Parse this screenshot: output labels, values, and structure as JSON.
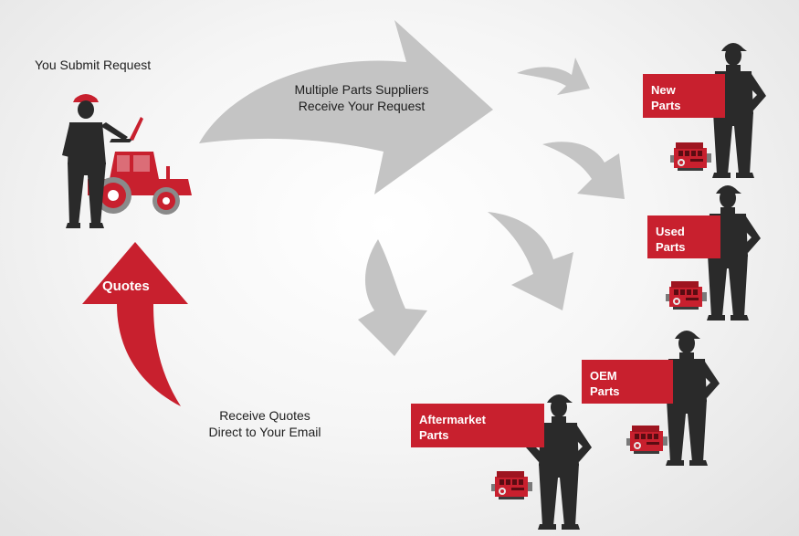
{
  "texts": {
    "you_submit": "You Submit Request",
    "suppliers_line1": "Multiple Parts Suppliers",
    "suppliers_line2": "Receive Your Request",
    "quotes": "Quotes",
    "receive_line1": "Receive Quotes",
    "receive_line2": "Direct to Your Email"
  },
  "suppliers": [
    {
      "line1": "New",
      "line2": "Parts"
    },
    {
      "line1": "Used",
      "line2": "Parts"
    },
    {
      "line1": "OEM",
      "line2": "Parts"
    },
    {
      "line1": "Aftermarket",
      "line2": "Parts"
    }
  ],
  "colors": {
    "accent_red": "#c8202e",
    "arrow_gray": "#c4c4c4",
    "silhouette": "#2a2a2a",
    "text_dark": "#1e1e1e"
  }
}
